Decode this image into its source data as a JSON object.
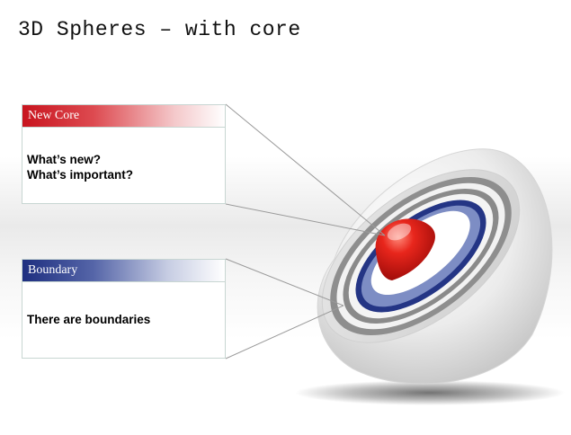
{
  "title": "3D Spheres – with core",
  "core_box": {
    "heading": "New Core",
    "lines": [
      "What’s new?",
      "What’s important?"
    ]
  },
  "boundary_box": {
    "heading": "Boundary",
    "lines": [
      "There are boundaries"
    ]
  },
  "colors": {
    "core_red": "#d8141c",
    "boundary_blue": "#1e2f80",
    "ring_gray": "#8c8c8c",
    "box_border": "#c8d6d2"
  }
}
